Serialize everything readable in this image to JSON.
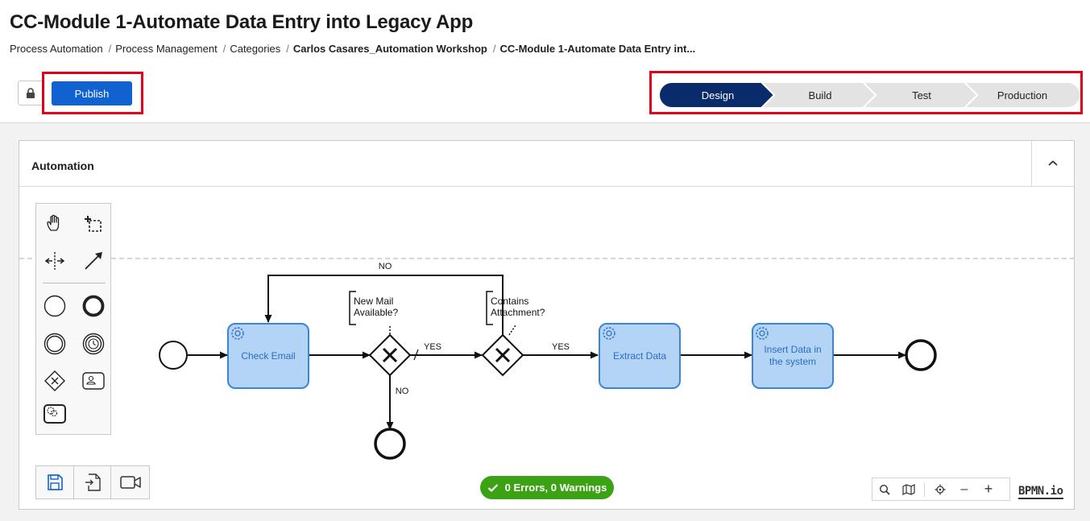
{
  "header": {
    "title": "CC-Module 1-Automate Data Entry into Legacy App",
    "breadcrumb": [
      {
        "label": "Process Automation",
        "bold": false
      },
      {
        "label": "Process Management",
        "bold": false
      },
      {
        "label": "Categories",
        "bold": false
      },
      {
        "label": "Carlos Casares_Automation Workshop",
        "bold": true
      },
      {
        "label": "CC-Module 1-Automate Data Entry int...",
        "bold": true
      }
    ],
    "breadcrumb_separator": "/"
  },
  "toolbar": {
    "publish_label": "Publish",
    "lock_icon": "lock-icon"
  },
  "stages": {
    "items": [
      "Design",
      "Build",
      "Test",
      "Production"
    ],
    "active": "Design",
    "active_color": "#0a2b6b",
    "inactive_color": "#e3e3e3"
  },
  "panel": {
    "title": "Automation",
    "collapse_icon": "chevron-up-icon"
  },
  "palette": {
    "tools": [
      "hand-tool-icon",
      "lasso-tool-icon",
      "space-tool-icon",
      "connect-tool-icon",
      "start-event-icon",
      "end-event-icon",
      "intermediate-event-icon",
      "timer-event-icon",
      "gateway-icon",
      "user-task-icon",
      "service-task-icon"
    ]
  },
  "diagram": {
    "tasks": {
      "check_email": "Check Email",
      "extract_data": "Extract Data",
      "insert_line1": "Insert Data in",
      "insert_line2": "the system"
    },
    "annotations": {
      "new_mail_line1": "New Mail",
      "new_mail_line2": "Available?",
      "contains_line1": "Contains",
      "contains_line2": "Attachment?"
    },
    "flow_labels": {
      "no_top": "NO",
      "yes_1": "YES",
      "yes_2": "YES",
      "no_down": "NO"
    },
    "task_fill": "#b3d4f5",
    "task_stroke": "#3a85d6",
    "task_text_color": "#2a6cc4"
  },
  "bottom_tools": [
    "save-icon",
    "deploy-icon",
    "record-icon"
  ],
  "status": {
    "text": "0 Errors, 0 Warnings",
    "color": "#3ba313"
  },
  "zoom_controls": [
    "search-icon",
    "minimap-icon",
    "center-icon",
    "zoom-out-icon",
    "zoom-in-icon"
  ],
  "zoom_symbols": {
    "minus": "–",
    "plus": "+"
  },
  "logo": "BPMN.io"
}
